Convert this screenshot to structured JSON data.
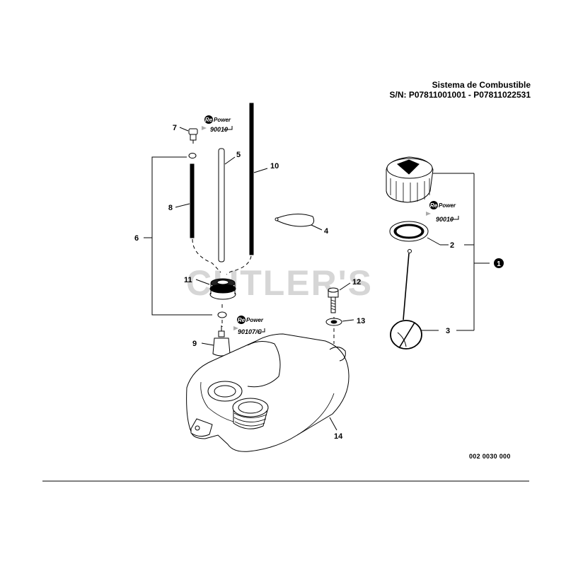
{
  "header": {
    "title": "Sistema de Combustible",
    "serial_range": "S/N: P07811001001 - P07811022531"
  },
  "diagram_code": "002 0030 000",
  "watermark": "CUTLER'S",
  "badges": [
    {
      "brand_re": "Re",
      "brand_power": "Power",
      "code": "90010"
    },
    {
      "brand_re": "Re",
      "brand_power": "Power",
      "code": "90107/C"
    },
    {
      "brand_re": "Re",
      "brand_power": "Power",
      "code": "90010"
    }
  ],
  "callouts": [
    "1",
    "2",
    "3",
    "4",
    "5",
    "6",
    "7",
    "8",
    "9",
    "10",
    "11",
    "12",
    "13",
    "14"
  ],
  "colors": {
    "line": "#000000",
    "watermark": "#d6d6d6",
    "background": "#ffffff"
  }
}
